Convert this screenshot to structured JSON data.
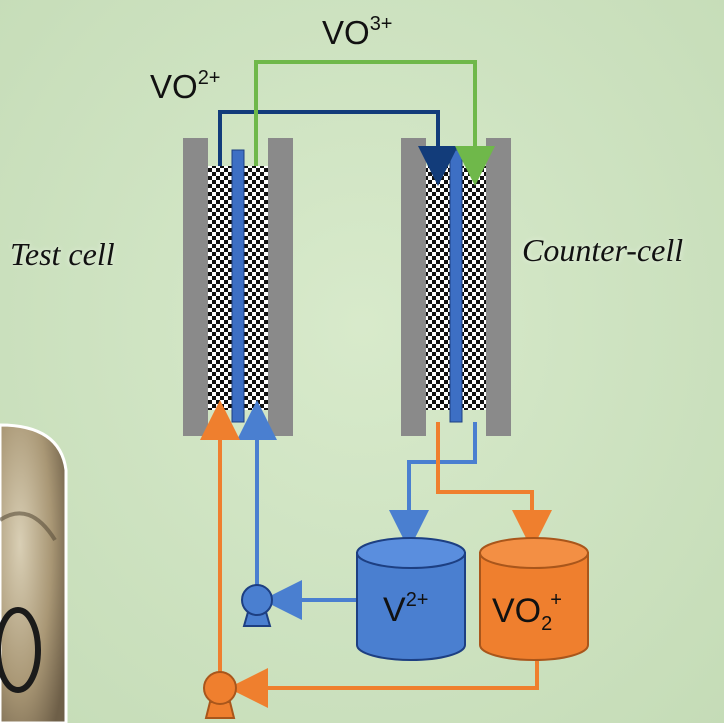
{
  "labels": {
    "test_cell": "Test cell",
    "counter_cell": "Counter-cell"
  },
  "ions": {
    "vo2plus": {
      "base": "VO",
      "charge": "2+"
    },
    "vo3plus": {
      "base": "VO",
      "charge": "3+"
    }
  },
  "tanks": {
    "left": {
      "base": "V",
      "charge": "2+",
      "color": "#4a7fd0"
    },
    "right": {
      "base": "VO",
      "subscript": "2",
      "charge": "+",
      "color": "#ef7f2e"
    }
  },
  "colors": {
    "background": "#cfe3c1",
    "dark_blue_line": "#123c7a",
    "green_line": "#6fb84a",
    "blue_line": "#4a7fd0",
    "orange_line": "#ef7f2e",
    "electrode_plate": "#8a8a8a",
    "membrane": "#3d6fc4"
  }
}
